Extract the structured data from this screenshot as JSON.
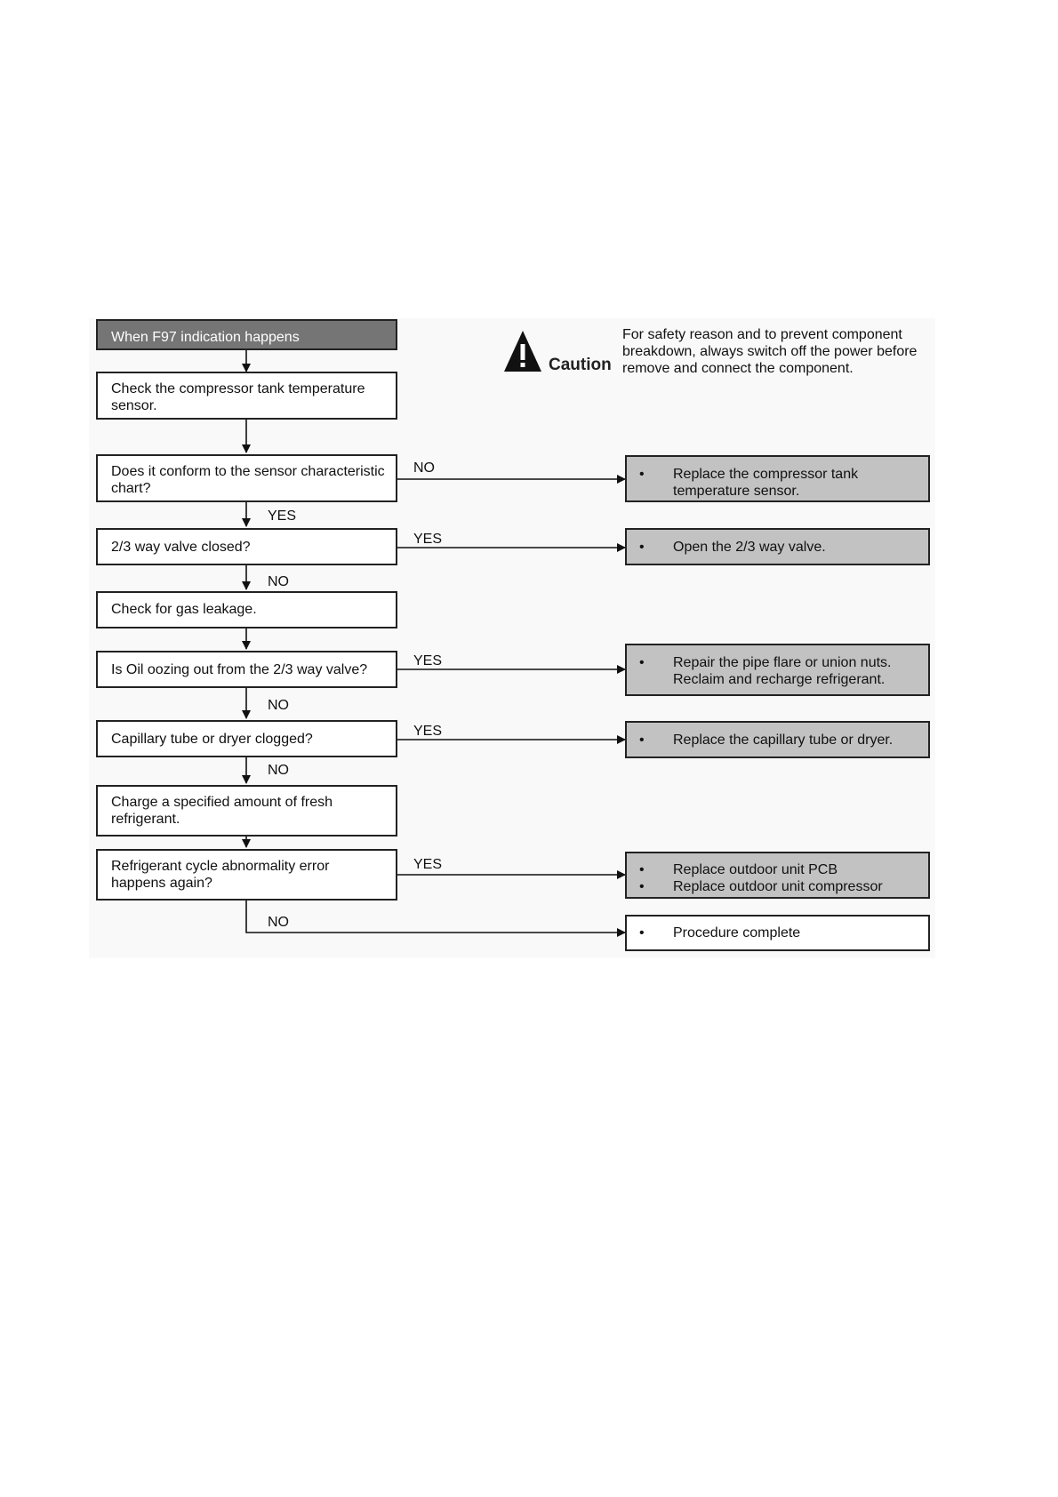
{
  "start": "When F97 indication happens",
  "caution": {
    "label": "Caution",
    "icon": "warning-triangle-icon",
    "text": "For safety reason and to prevent component breakdown, always switch off the power before remove and connect the component."
  },
  "steps": [
    "Check the compressor tank temperature sensor.",
    "Does it conform to the sensor characteristic chart?",
    "2/3 way valve closed?",
    "Check for gas leakage.",
    "Is Oil oozing out from the 2/3 way valve?",
    "Capillary tube or dryer clogged?",
    "Charge a specified amount of fresh refrigerant.",
    "Refrigerant cycle abnormality error happens again?"
  ],
  "actions": [
    {
      "bullets": [
        "Replace the compressor tank temperature sensor."
      ]
    },
    {
      "bullets": [
        "Open the 2/3 way valve."
      ]
    },
    {
      "bullets": [
        "Repair the pipe flare or union nuts. Reclaim and recharge refrigerant."
      ]
    },
    {
      "bullets": [
        "Replace the capillary tube or dryer."
      ]
    },
    {
      "bullets": [
        "Replace outdoor unit PCB",
        "Replace outdoor unit compressor"
      ]
    },
    {
      "bullets": [
        "Procedure complete"
      ]
    }
  ],
  "labels": {
    "yes": "YES",
    "no": "NO"
  },
  "bullet_char": "•"
}
